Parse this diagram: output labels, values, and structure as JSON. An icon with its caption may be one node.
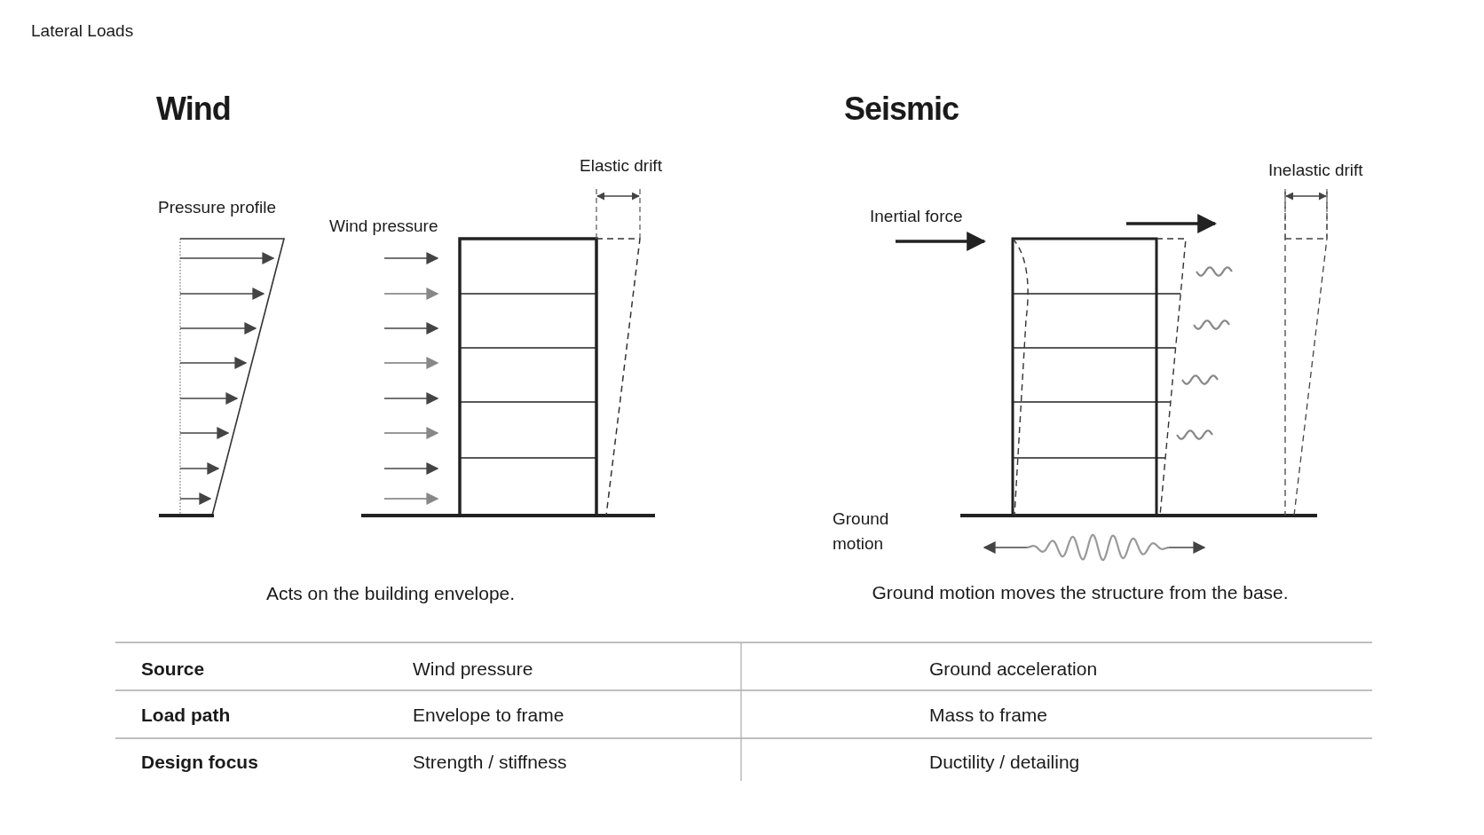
{
  "diagram": {
    "title": "Lateral Loads",
    "labels": [
      "Wind",
      "Seismic",
      "Pressure profile",
      "Elastic drift",
      "Wind pressure",
      "Inelastic drift",
      "Inertial force",
      "Ground motion",
      "Acts on the building envelope.",
      "Ground motion moves the structure from the base.",
      "Source",
      "Wind pressure",
      "Ground acceleration",
      "Load path",
      "Envelope to frame",
      "Mass to frame",
      "Design focus",
      "Strength / stiffness",
      "Ductility / detailing"
    ]
  }
}
